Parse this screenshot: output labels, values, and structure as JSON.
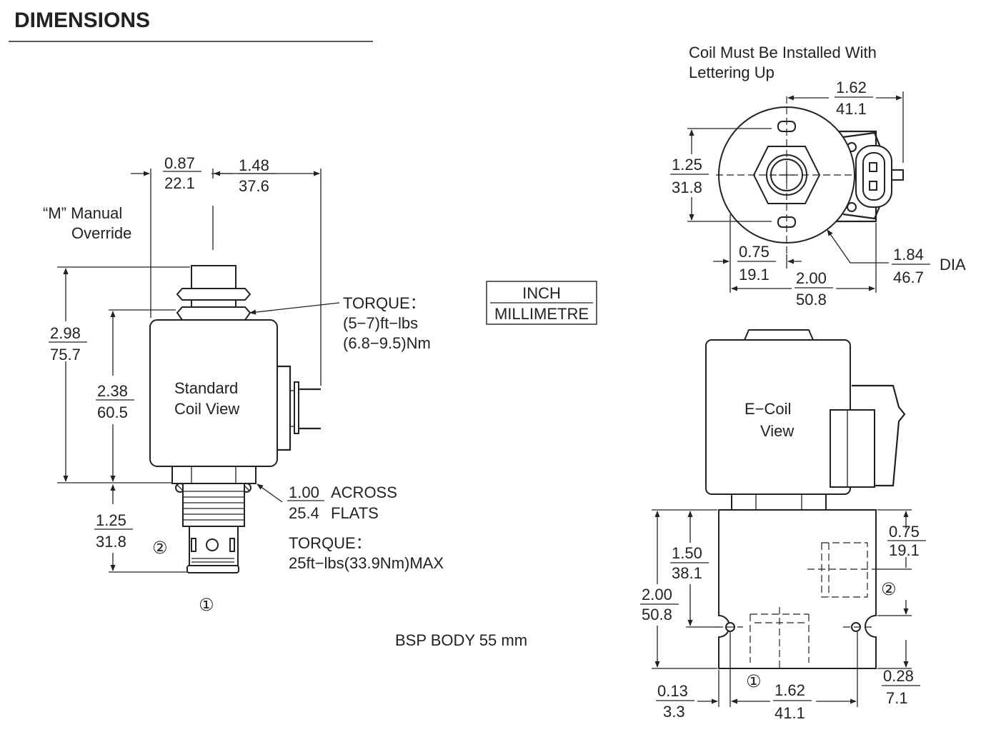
{
  "title": "DIMENSIONS",
  "left_view": {
    "label_line1": "Standard",
    "label_line2": "Coil View",
    "manual_override_line1": "“M” Manual",
    "manual_override_line2": "Override",
    "torque_top_line1": "TORQUE：",
    "torque_top_line2": "(5−7)ft−lbs",
    "torque_top_line3": "(6.8−9.5)Nm",
    "across_flats_label1": "ACROSS",
    "across_flats_label2": "FLATS",
    "torque_bottom_line1": "TORQUE：",
    "torque_bottom_line2": "25ft−lbs(33.9Nm)MAX",
    "port_1": "①",
    "port_2": "②",
    "dims": {
      "d087_in": "0.87",
      "d087_mm": "22.1",
      "d148_in": "1.48",
      "d148_mm": "37.6",
      "d298_in": "2.98",
      "d298_mm": "75.7",
      "d238_in": "2.38",
      "d238_mm": "60.5",
      "d125_in": "1.25",
      "d125_mm": "31.8",
      "d100_in": "1.00",
      "d100_mm": "25.4"
    }
  },
  "legend": {
    "inch": "INCH",
    "millimetre": "MILLIMETRE"
  },
  "body_note": "BSP BODY 55 mm",
  "top_view": {
    "note_line1": "Coil Must Be Installed With",
    "note_line2": "Lettering  Up",
    "dia_label": "DIA",
    "dims": {
      "d162_in": "1.62",
      "d162_mm": "41.1",
      "d125_in": "1.25",
      "d125_mm": "31.8",
      "d075_in": "0.75",
      "d075_mm": "19.1",
      "d200_in": "2.00",
      "d200_mm": "50.8",
      "d184_in": "1.84",
      "d184_mm": "46.7"
    }
  },
  "ecoil_view": {
    "label_line1": "E−Coil",
    "label_line2": "View",
    "port_1": "①",
    "port_2": "②",
    "dims": {
      "d150_in": "1.50",
      "d150_mm": "38.1",
      "d200_in": "2.00",
      "d200_mm": "50.8",
      "d075_in": "0.75",
      "d075_mm": "19.1",
      "d028_in": "0.28",
      "d028_mm": "7.1",
      "d013_in": "0.13",
      "d013_mm": "3.3",
      "d162_in": "1.62",
      "d162_mm": "41.1"
    }
  }
}
